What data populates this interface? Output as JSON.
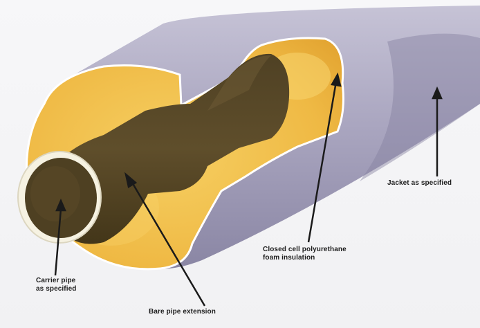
{
  "labels": {
    "jacket": "Jacket as specified",
    "foam": "Closed cell polyurethane\nfoam insulation",
    "carrier": "Carrier pipe\nas specified",
    "bare": "Bare pipe extension"
  },
  "colors": {
    "jacket": "#aba7be",
    "jacket_dark": "#7c7896",
    "foam": "#eeb640",
    "foam_light": "#f6d064",
    "pipe": "#5a4a28",
    "pipe_dark": "#3f331b",
    "arrow": "#1a1a1a",
    "background": "#f4f4f6"
  }
}
